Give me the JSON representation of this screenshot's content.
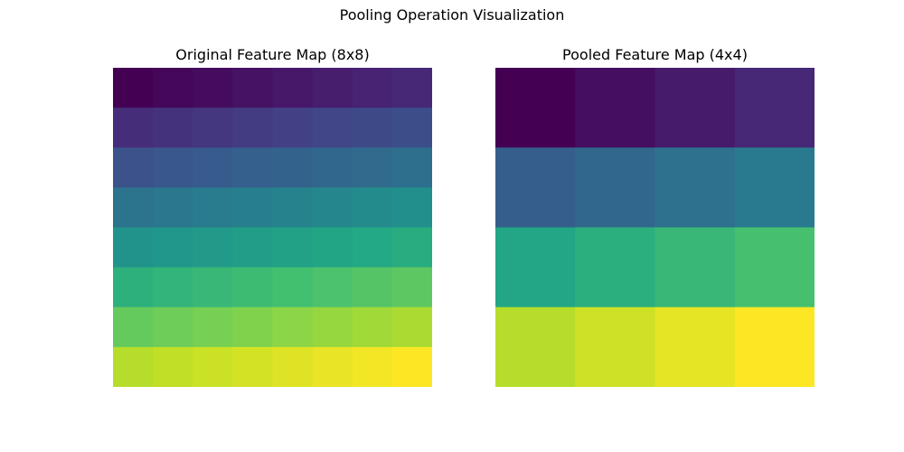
{
  "figure": {
    "suptitle": "Pooling Operation Visualization"
  },
  "chart_data": [
    {
      "type": "heatmap",
      "title": "Original Feature Map (8x8)",
      "rows": 8,
      "cols": 8,
      "colormap": "viridis",
      "axis": "off",
      "grid": false,
      "values": [
        [
          1,
          2,
          3,
          4,
          5,
          6,
          7,
          8
        ],
        [
          9,
          10,
          11,
          12,
          13,
          14,
          15,
          16
        ],
        [
          17,
          18,
          19,
          20,
          21,
          22,
          23,
          24
        ],
        [
          25,
          26,
          27,
          28,
          29,
          30,
          31,
          32
        ],
        [
          33,
          34,
          35,
          36,
          37,
          38,
          39,
          40
        ],
        [
          41,
          42,
          43,
          44,
          45,
          46,
          47,
          48
        ],
        [
          49,
          50,
          51,
          52,
          53,
          54,
          55,
          56
        ],
        [
          57,
          58,
          59,
          60,
          61,
          62,
          63,
          64
        ]
      ],
      "vmin": 1,
      "vmax": 64
    },
    {
      "type": "heatmap",
      "title": "Pooled Feature Map (4x4)",
      "rows": 4,
      "cols": 4,
      "colormap": "viridis",
      "axis": "off",
      "grid": false,
      "values": [
        [
          10,
          12,
          14,
          16
        ],
        [
          26,
          28,
          30,
          32
        ],
        [
          42,
          44,
          46,
          48
        ],
        [
          58,
          60,
          62,
          64
        ]
      ],
      "vmin": 10,
      "vmax": 64
    }
  ]
}
